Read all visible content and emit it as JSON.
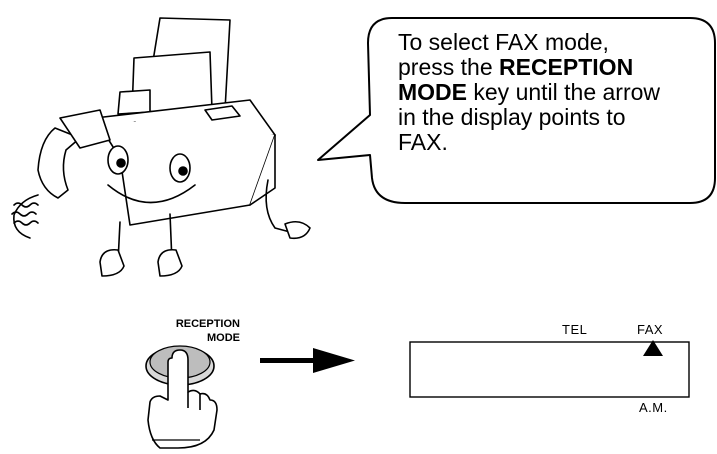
{
  "bubble": {
    "line1": "To select FAX mode,",
    "line2_prefix": "press the ",
    "line2_bold": "RECEPTION",
    "line3_bold": "MODE",
    "line3_suffix": " key until the arrow",
    "line4": "in the display points to",
    "line5": "FAX."
  },
  "key": {
    "label_line1": "RECEPTION",
    "label_line2": "MODE"
  },
  "display": {
    "tel_label": "TEL",
    "fax_label": "FAX",
    "am_label": "A.M."
  }
}
